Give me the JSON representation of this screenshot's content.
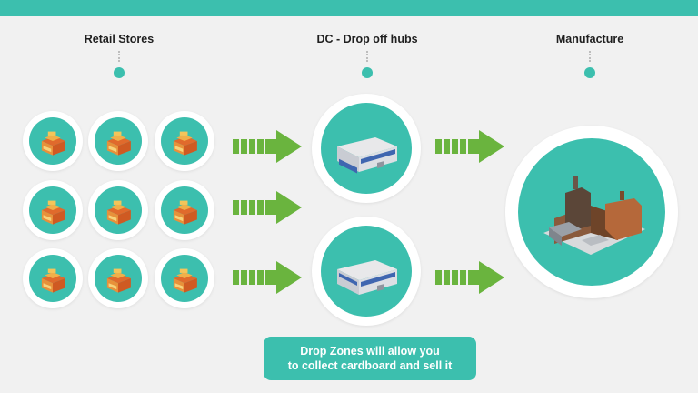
{
  "columns": {
    "retail": "Retail Stores",
    "dc": "DC - Drop off hubs",
    "manufacture": "Manufacture"
  },
  "banner": {
    "line1": "Drop Zones will allow you",
    "line2": "to collect cardboard and sell it"
  },
  "icons": {
    "store": "retail-store-icon",
    "warehouse": "warehouse-icon",
    "factory": "factory-icon"
  },
  "colors": {
    "accent": "#3cbfae",
    "arrow": "#6ab43e",
    "background": "#f1f1f1"
  }
}
